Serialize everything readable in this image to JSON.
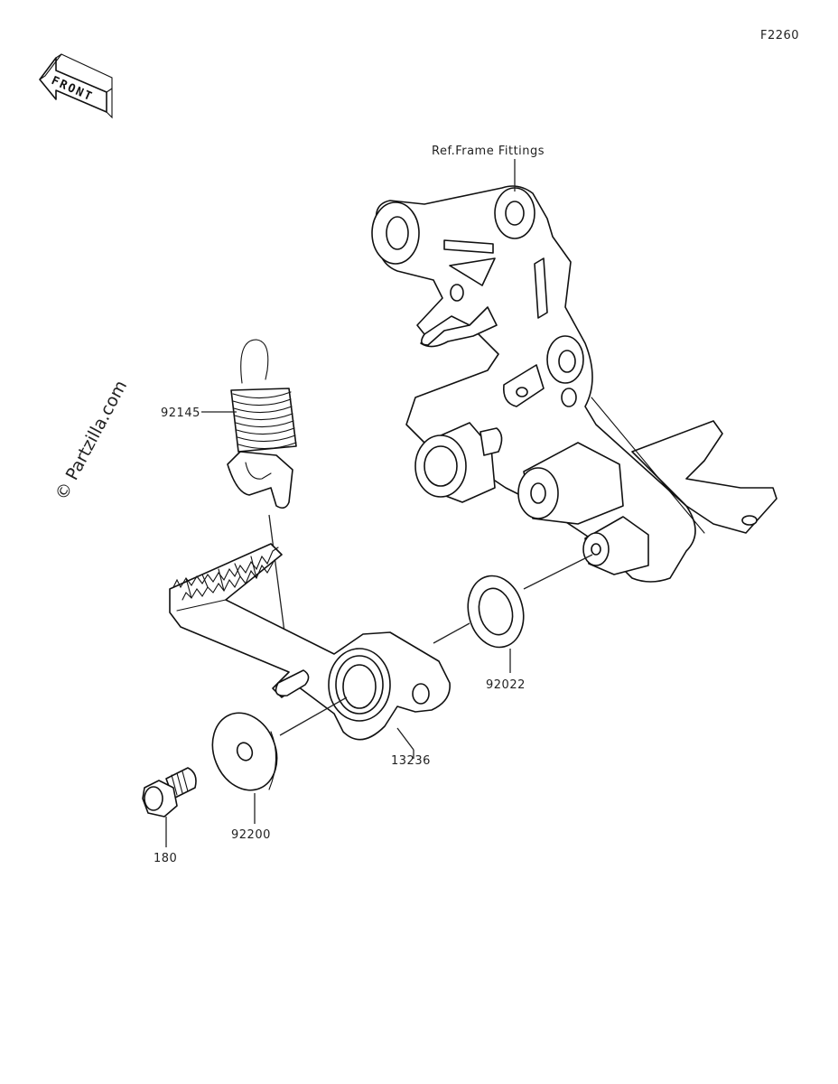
{
  "diagram": {
    "code": "F2260",
    "front_label": "FRONT",
    "watermark": "© Partzilla.com",
    "parts": [
      {
        "label": "Ref.Frame Fittings"
      },
      {
        "label": "92145"
      },
      {
        "label": "92022"
      },
      {
        "label": "13236"
      },
      {
        "label": "92200"
      },
      {
        "label": "180"
      }
    ]
  }
}
